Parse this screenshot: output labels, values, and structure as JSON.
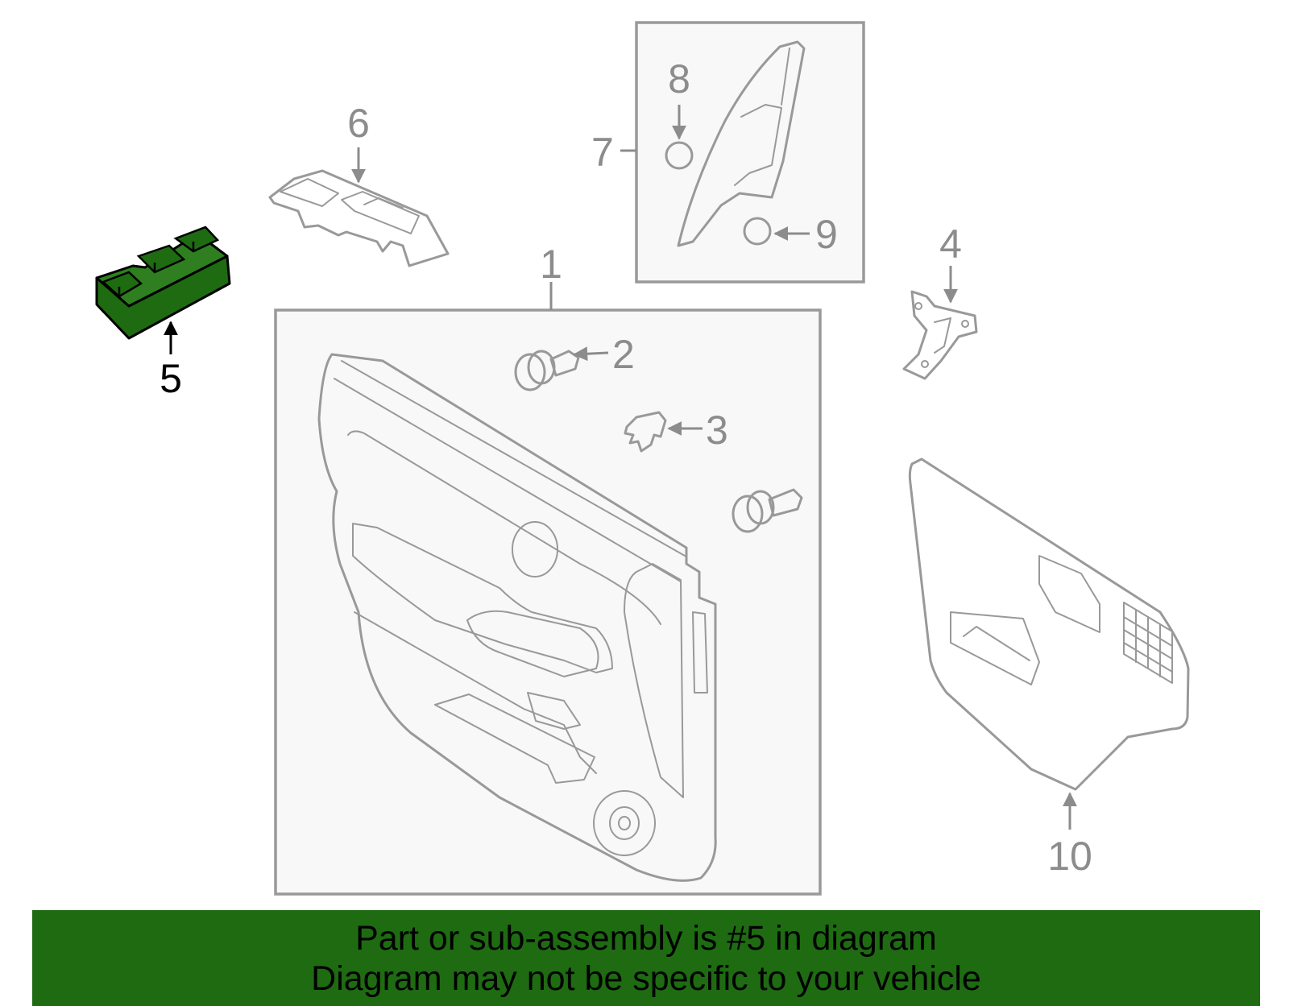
{
  "callouts": {
    "c1": "1",
    "c2": "2",
    "c3": "3",
    "c4": "4",
    "c5": "5",
    "c6": "6",
    "c7": "7",
    "c8": "8",
    "c9": "9",
    "c10": "10"
  },
  "highlighted_part": "5",
  "colors": {
    "highlight_fill": "#1e6b12",
    "highlight_top": "#2f7f20",
    "banner_bg": "#1e6b12",
    "line_gray": "#999999",
    "label_gray": "#8c8c8c",
    "box_fill": "#f8f8f8"
  },
  "banner": {
    "line1": "Part or sub-assembly is #5 in diagram",
    "line2": "Diagram may not be specific to your vehicle"
  }
}
